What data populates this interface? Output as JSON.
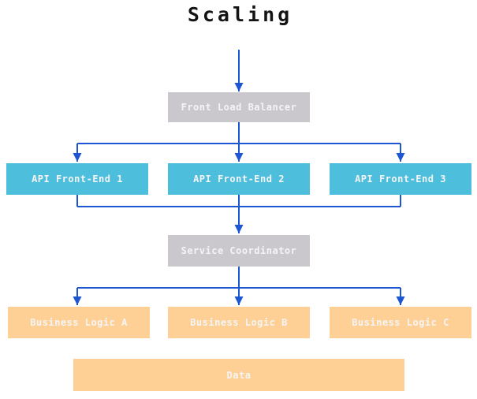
{
  "title": "Scaling",
  "colors": {
    "background": "#ffffff",
    "title_text": "#141414",
    "node_text": "#f4f4f4",
    "arrow": "#1d56d2",
    "balancer_fill": "#cbc8cd",
    "api_fill": "#4dbfdc",
    "logic_fill": "#fed095"
  },
  "nodes": {
    "front_load_balancer": {
      "label": "Front Load Balancer"
    },
    "api_front_end_1": {
      "label": "API Front-End 1"
    },
    "api_front_end_2": {
      "label": "API Front-End 2"
    },
    "api_front_end_3": {
      "label": "API Front-End 3"
    },
    "service_coordinator": {
      "label": "Service Coordinator"
    },
    "business_logic_a": {
      "label": "Business Logic A"
    },
    "business_logic_b": {
      "label": "Business Logic B"
    },
    "business_logic_c": {
      "label": "Business Logic C"
    },
    "data_store": {
      "label": "Data"
    }
  },
  "edges": [
    {
      "from": "start",
      "to": "front_load_balancer"
    },
    {
      "from": "front_load_balancer",
      "to": "api_front_end_1"
    },
    {
      "from": "front_load_balancer",
      "to": "api_front_end_2"
    },
    {
      "from": "front_load_balancer",
      "to": "api_front_end_3"
    },
    {
      "from": "api_front_end_1",
      "to": "service_coordinator"
    },
    {
      "from": "api_front_end_2",
      "to": "service_coordinator"
    },
    {
      "from": "api_front_end_3",
      "to": "service_coordinator"
    },
    {
      "from": "service_coordinator",
      "to": "business_logic_a"
    },
    {
      "from": "service_coordinator",
      "to": "business_logic_b"
    },
    {
      "from": "service_coordinator",
      "to": "business_logic_c"
    }
  ]
}
